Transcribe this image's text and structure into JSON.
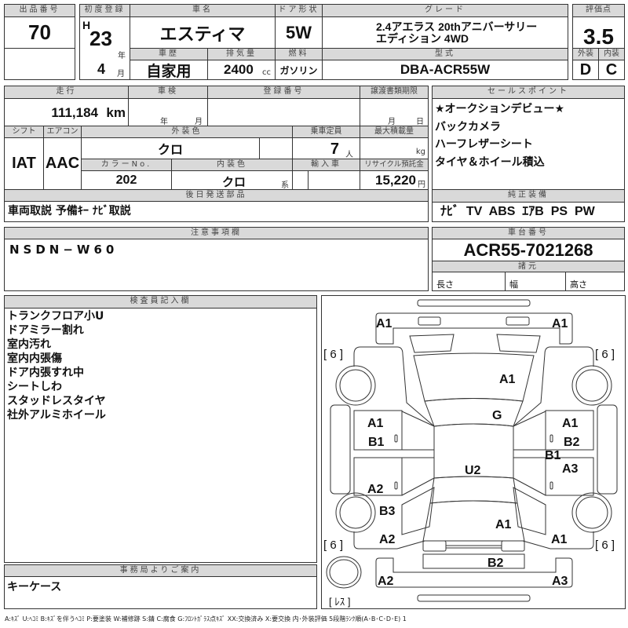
{
  "lot": {
    "label": "出品番号",
    "value": "70"
  },
  "first_reg": {
    "label": "初度登録",
    "era": "H",
    "year": "23",
    "year_unit": "年",
    "month": "4",
    "month_unit": "月"
  },
  "car_name": {
    "label": "車名",
    "value": "エスティマ"
  },
  "door": {
    "label": "ドア形状",
    "value": "5W"
  },
  "grade": {
    "label": "グレード",
    "line1": "2.4アエラス 20thアニバーサリー",
    "line2": "エディション 4WD"
  },
  "history": {
    "label": "車歴",
    "value": "自家用"
  },
  "displacement": {
    "label": "排気量",
    "value": "2400",
    "unit": "cc"
  },
  "fuel": {
    "label": "燃料",
    "value": "ガソリン"
  },
  "model_code": {
    "label": "型式",
    "value": "DBA-ACR55W"
  },
  "score": {
    "label": "評価点",
    "value": "3.5",
    "ext_label": "外装",
    "int_label": "内装",
    "ext": "D",
    "int": "C"
  },
  "mileage": {
    "label": "走行",
    "value": "111,184",
    "unit": "km"
  },
  "inspection": {
    "label": "車検",
    "year_unit": "年",
    "month_unit": "月"
  },
  "registration": {
    "label": "登録番号"
  },
  "transfer_deadline": {
    "label": "譲渡書類期限",
    "month_unit": "月",
    "day_unit": "日"
  },
  "shift": {
    "label": "シフト",
    "value": "IAT"
  },
  "aircon": {
    "label": "エアコン",
    "value": "AAC"
  },
  "ext_color": {
    "label": "外装色",
    "value": "クロ"
  },
  "capacity": {
    "label": "乗車定員",
    "value": "7",
    "unit": "人"
  },
  "max_load": {
    "label": "最大積載量",
    "unit": "kg"
  },
  "color_no": {
    "label": "カラーNo.",
    "value": "202"
  },
  "int_color": {
    "label": "内装色",
    "value": "クロ",
    "unit": "系"
  },
  "import": {
    "label": "輸入車"
  },
  "recycle": {
    "label": "リサイクル預託金",
    "value": "15,220",
    "unit": "円"
  },
  "later_parts": {
    "label": "後日発送部品",
    "value": "車両取説 予備ｷｰ ﾅﾋﾞ取説"
  },
  "sales_points": {
    "label": "セールスポイント",
    "items": [
      "★オークションデビュー★",
      "バックカメラ",
      "ハーフレザーシート",
      "タイヤ＆ホイール積込"
    ]
  },
  "equipment": {
    "label": "純正装備",
    "value": "ﾅﾋﾞ  TV  ABS  ｴｱB  PS  PW"
  },
  "chassis": {
    "label": "車台番号",
    "value": "ACR55-7021268",
    "spec_label": "諸元",
    "length": "長さ",
    "width": "幅",
    "height": "高さ"
  },
  "notes": {
    "label": "注意事項欄",
    "value": "NSDN−W60"
  },
  "inspector": {
    "label": "検査員記入欄",
    "items": [
      "トランクフロア小U",
      "ドアミラー割れ",
      "室内汚れ",
      "室内内張傷",
      "ドア内張すれ中",
      "シートしわ",
      "スタッドレスタイヤ",
      "社外アルミホイール"
    ]
  },
  "office": {
    "label": "事務局よりご案内",
    "value": "キーケース"
  },
  "diagram": {
    "marks": [
      "A1",
      "A1",
      "A1",
      "G",
      "A1",
      "B1",
      "A1",
      "B2",
      "B1",
      "A3",
      "U2",
      "A2",
      "B3",
      "A1",
      "A2",
      "A1",
      "B2",
      "A2",
      "A3"
    ],
    "tires": [
      "[ 6 ]",
      "[ 6 ]",
      "[ 6 ]",
      "[ 6 ]"
    ],
    "spare": "[ ﾚｽ ]"
  },
  "legend": "A:ｷｽﾞ U:ﾍｺﾐ B:ｷｽﾞを伴うﾍｺﾐ P:要塗装 W:補修跡 S:錆 C:腐食 G:ﾌﾛﾝﾄｶﾞﾗｽ点ｷｽﾞ XX:交換済み X:要交換 内･外装評価 5段階ﾗﾝｸ順(A･B･C･D･E) 1"
}
